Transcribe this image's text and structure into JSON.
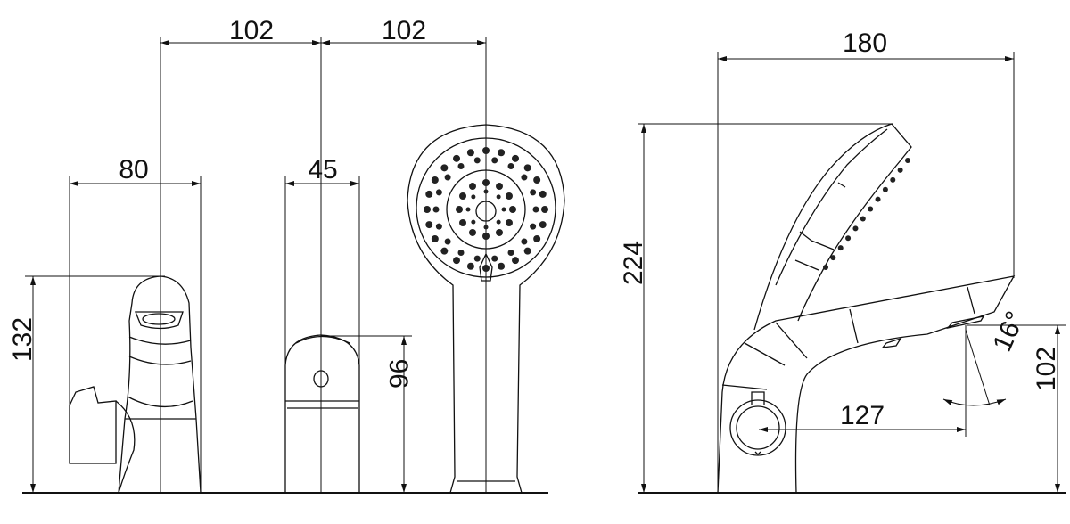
{
  "drawing": {
    "line_color": "#111111",
    "background": "#ffffff",
    "dimensions": {
      "spacing_left": "102",
      "spacing_right": "102",
      "spout_width": "80",
      "handle_width": "45",
      "spout_height": "132",
      "handle_height": "96",
      "side_depth": "180",
      "side_height": "224",
      "spout_reach": "127",
      "spout_outlet_height": "102",
      "spout_angle": "16°"
    }
  }
}
